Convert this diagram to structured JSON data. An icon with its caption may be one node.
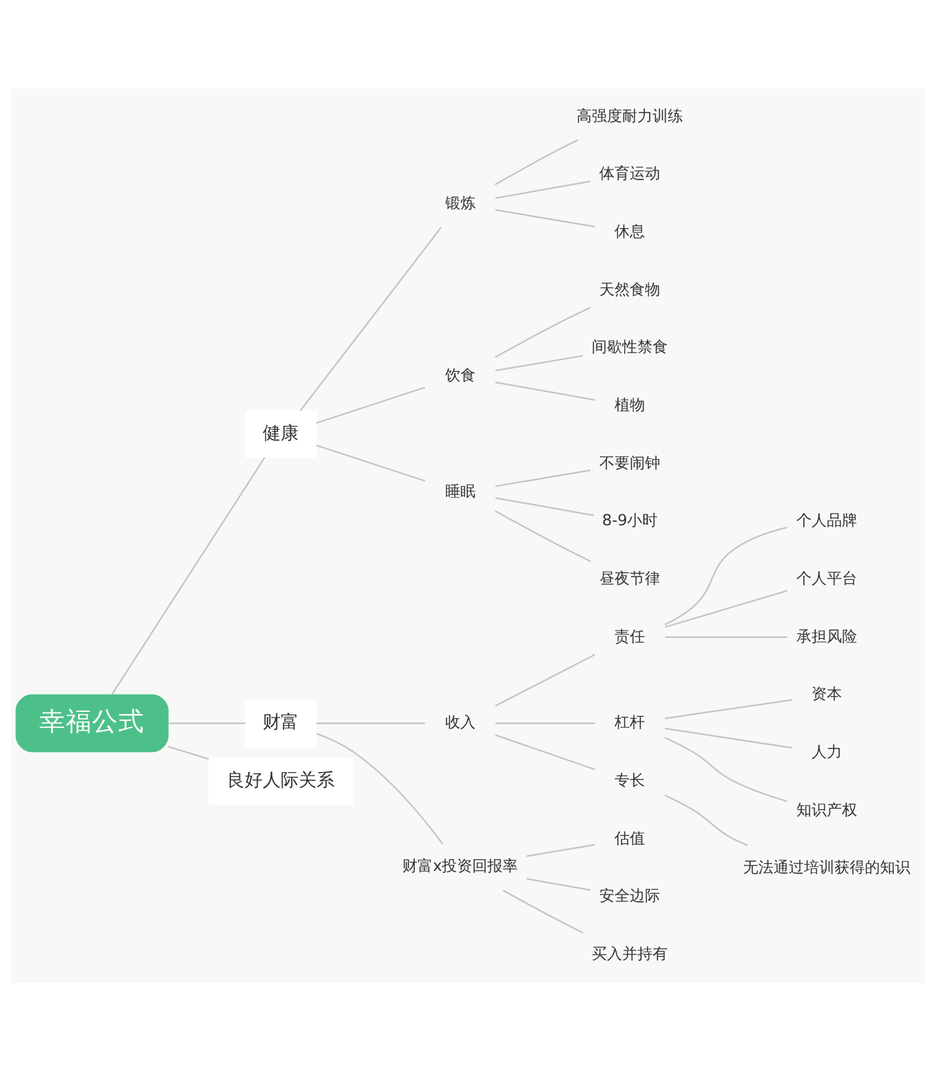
{
  "diagram": {
    "nodes": [
      {
        "text": [
          "幸福公式"
        ]
      },
      {
        "text": [
          "健康"
        ]
      },
      {
        "text": [
          "锻炼"
        ]
      },
      {
        "text": [
          "高强度耐力训练"
        ]
      },
      {
        "text": [
          "体育运动"
        ]
      },
      {
        "text": [
          "休息"
        ]
      },
      {
        "text": [
          "饮食"
        ]
      },
      {
        "text": [
          "天然食物"
        ]
      },
      {
        "text": [
          "间歇性禁食"
        ]
      },
      {
        "text": [
          "植物"
        ]
      },
      {
        "text": [
          "睡眠"
        ]
      },
      {
        "text": [
          "不要闹钟"
        ]
      },
      {
        "text": [
          "8-9小时"
        ]
      },
      {
        "text": [
          "昼夜节律"
        ]
      },
      {
        "text": [
          "财富"
        ]
      },
      {
        "text": [
          "收入"
        ]
      },
      {
        "text": [
          "责任"
        ]
      },
      {
        "text": [
          "个人品牌"
        ]
      },
      {
        "text": [
          "个人平台"
        ]
      },
      {
        "text": [
          "承担风险"
        ]
      },
      {
        "text": [
          "杠杆"
        ]
      },
      {
        "text": [
          "资本"
        ]
      },
      {
        "text": [
          "人力"
        ]
      },
      {
        "text": [
          "知识产权"
        ]
      },
      {
        "text": [
          "专长"
        ]
      },
      {
        "text": [
          "无法通过培训获得的知识"
        ]
      },
      {
        "text": [
          "财富x投资回报率"
        ]
      },
      {
        "text": [
          "估值"
        ]
      },
      {
        "text": [
          "安全边际"
        ]
      },
      {
        "text": [
          "买入并持有"
        ]
      },
      {
        "text": [
          "良好人际关系"
        ]
      }
    ],
    "edges": [
      {
        "from": 0,
        "to": 1,
        "arrow": "none"
      },
      {
        "from": 0,
        "to": 14,
        "arrow": "none"
      },
      {
        "from": 0,
        "to": 30,
        "arrow": "none"
      },
      {
        "from": 1,
        "to": 2,
        "arrow": "none"
      },
      {
        "from": 1,
        "to": 6,
        "arrow": "none"
      },
      {
        "from": 1,
        "to": 10,
        "arrow": "none"
      },
      {
        "from": 2,
        "to": 3,
        "arrow": "none"
      },
      {
        "from": 2,
        "to": 4,
        "arrow": "none"
      },
      {
        "from": 2,
        "to": 5,
        "arrow": "none"
      },
      {
        "from": 6,
        "to": 7,
        "arrow": "none"
      },
      {
        "from": 6,
        "to": 8,
        "arrow": "none"
      },
      {
        "from": 6,
        "to": 9,
        "arrow": "none"
      },
      {
        "from": 10,
        "to": 11,
        "arrow": "none"
      },
      {
        "from": 10,
        "to": 12,
        "arrow": "none"
      },
      {
        "from": 10,
        "to": 13,
        "arrow": "none"
      },
      {
        "from": 14,
        "to": 15,
        "arrow": "none"
      },
      {
        "from": 14,
        "to": 26,
        "arrow": "none"
      },
      {
        "from": 15,
        "to": 16,
        "arrow": "none"
      },
      {
        "from": 15,
        "to": 20,
        "arrow": "none"
      },
      {
        "from": 15,
        "to": 24,
        "arrow": "none"
      },
      {
        "from": 16,
        "to": 17,
        "arrow": "none"
      },
      {
        "from": 16,
        "to": 18,
        "arrow": "none"
      },
      {
        "from": 16,
        "to": 19,
        "arrow": "none"
      },
      {
        "from": 20,
        "to": 21,
        "arrow": "none"
      },
      {
        "from": 20,
        "to": 22,
        "arrow": "none"
      },
      {
        "from": 20,
        "to": 23,
        "arrow": "none"
      },
      {
        "from": 24,
        "to": 25,
        "arrow": "none"
      },
      {
        "from": 26,
        "to": 27,
        "arrow": "none"
      },
      {
        "from": 26,
        "to": 28,
        "arrow": "none"
      },
      {
        "from": 26,
        "to": 29,
        "arrow": "none"
      }
    ]
  }
}
